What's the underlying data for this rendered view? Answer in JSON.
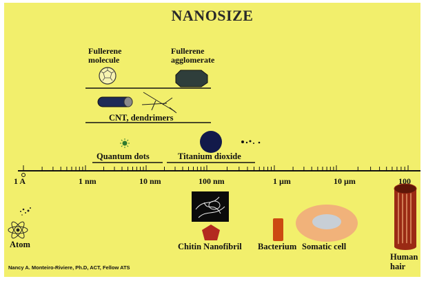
{
  "title": "NANOSIZE",
  "labels": {
    "fullerene_molecule": [
      "Fullerene",
      "molecule"
    ],
    "fullerene_agglomerate": [
      "Fullerene",
      "agglomerate"
    ],
    "cnt": "CNT, dendrimers",
    "quantum_dots": "Quantum dots",
    "titanium_dioxide": "Titanium dioxide",
    "atom": "Atom",
    "chitin": "Chitin Nanofibril",
    "bacterium": "Bacterium",
    "somatic": "Somatic cell",
    "human_hair": [
      "Human",
      "hair"
    ]
  },
  "scale": {
    "ticks": [
      "1 A",
      "1 nm",
      "10 nm",
      "100 nm",
      "1 µm",
      "10 µm",
      "100"
    ]
  },
  "credit": "Nancy A. Monteiro-Riviere, Ph.D, ACT, Fellow ATS",
  "colors": {
    "background": "#f2ef6c",
    "fullerene_fill": "#2f3e3b",
    "cnt_fill": "#1e2b57",
    "quantum_dot": "#2f7a2f",
    "titanium": "#121a4a",
    "chitin": "#b32a1f",
    "bacterium": "#cc4a12",
    "somatic_outer": "#f1b27a",
    "somatic_inner": "#c8cfd6",
    "hair": "#9a2a14"
  }
}
